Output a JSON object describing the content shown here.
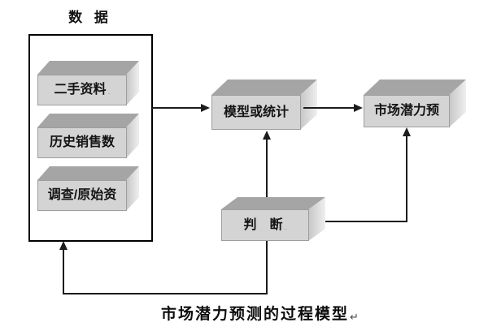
{
  "title": "数 据",
  "data_group": {
    "boxes": [
      {
        "label": "二手资料",
        "mark": "·"
      },
      {
        "label": "历史销售数",
        "mark": ""
      },
      {
        "label": "调查/原始资",
        "mark": ""
      }
    ]
  },
  "nodes": {
    "model": {
      "label": "模型或统计"
    },
    "market": {
      "label": "市场潜力预"
    },
    "judgment": {
      "label": "判　断",
      "mark": "·"
    }
  },
  "caption": {
    "text": "市场潜力预测的过程模型",
    "mark": "↵"
  },
  "colors": {
    "cube_top": "#a5a5a5",
    "cube_front": "#d4d4d4",
    "cube_side_from": "#c6c6c6",
    "cube_side_to": "#efefef",
    "line": "#1c1c1c"
  }
}
